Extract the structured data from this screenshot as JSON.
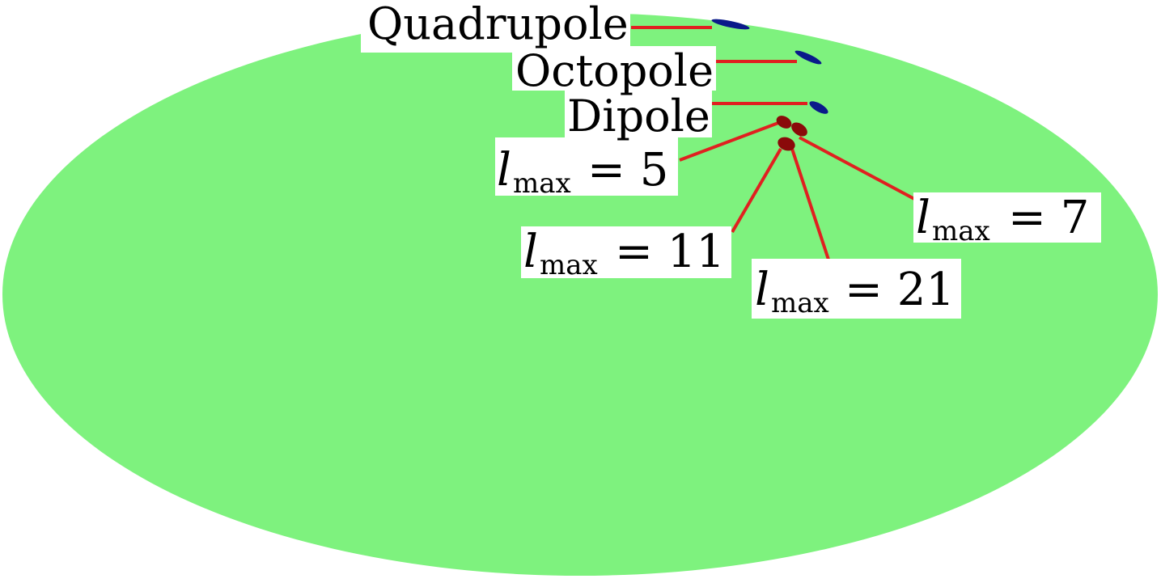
{
  "sky": {
    "background_color": "#7ef27e",
    "line_color": "#e02020",
    "multipole_marker_color": "#0a1a8a",
    "lmax_marker_color": "#8a0a0a"
  },
  "labels": {
    "quadrupole": "Quadrupole",
    "octopole": "Octopole",
    "dipole": "Dipole",
    "lmax_symbol": "l",
    "lmax_subscript": "max",
    "lmax5_value": "= 5",
    "lmax7_value": "= 7",
    "lmax11_value": "= 11",
    "lmax21_value": "= 21"
  }
}
